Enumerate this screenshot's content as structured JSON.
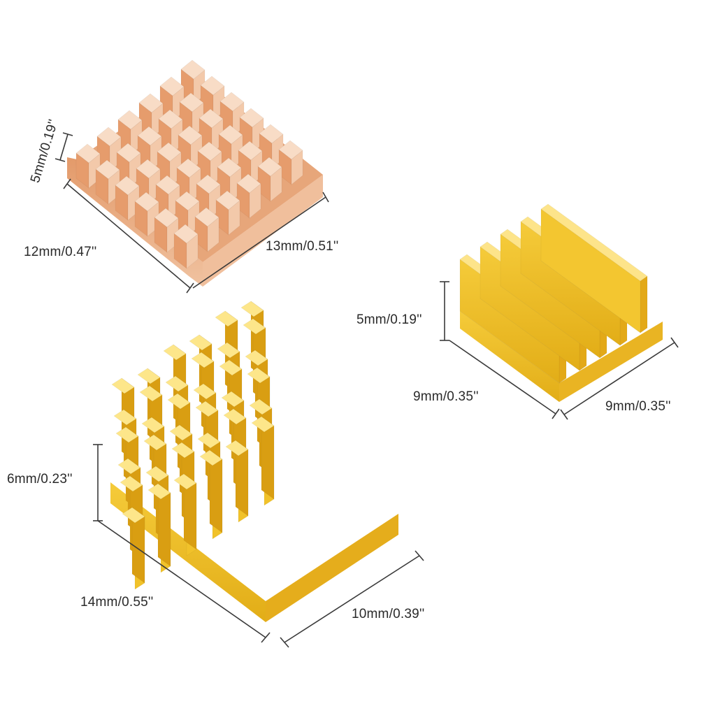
{
  "colors": {
    "copper_base": "#e8a87c",
    "copper_dark": "#c77a4e",
    "copper_light": "#f6d2b6",
    "gold_base": "#f0c228",
    "gold_dark": "#d79d10",
    "gold_light": "#fbe27a",
    "dimension_line": "#3a3a3a"
  },
  "heatsinks": {
    "copper": {
      "height_label": "5mm/0.19''",
      "width_label": "12mm/0.47''",
      "depth_label": "13mm/0.51''"
    },
    "small_gold": {
      "height_label": "5mm/0.19''",
      "width_label": "9mm/0.35''",
      "depth_label": "9mm/0.35''"
    },
    "large_gold": {
      "height_label": "6mm/0.23''",
      "width_label": "14mm/0.55''",
      "depth_label": "10mm/0.39''"
    }
  }
}
